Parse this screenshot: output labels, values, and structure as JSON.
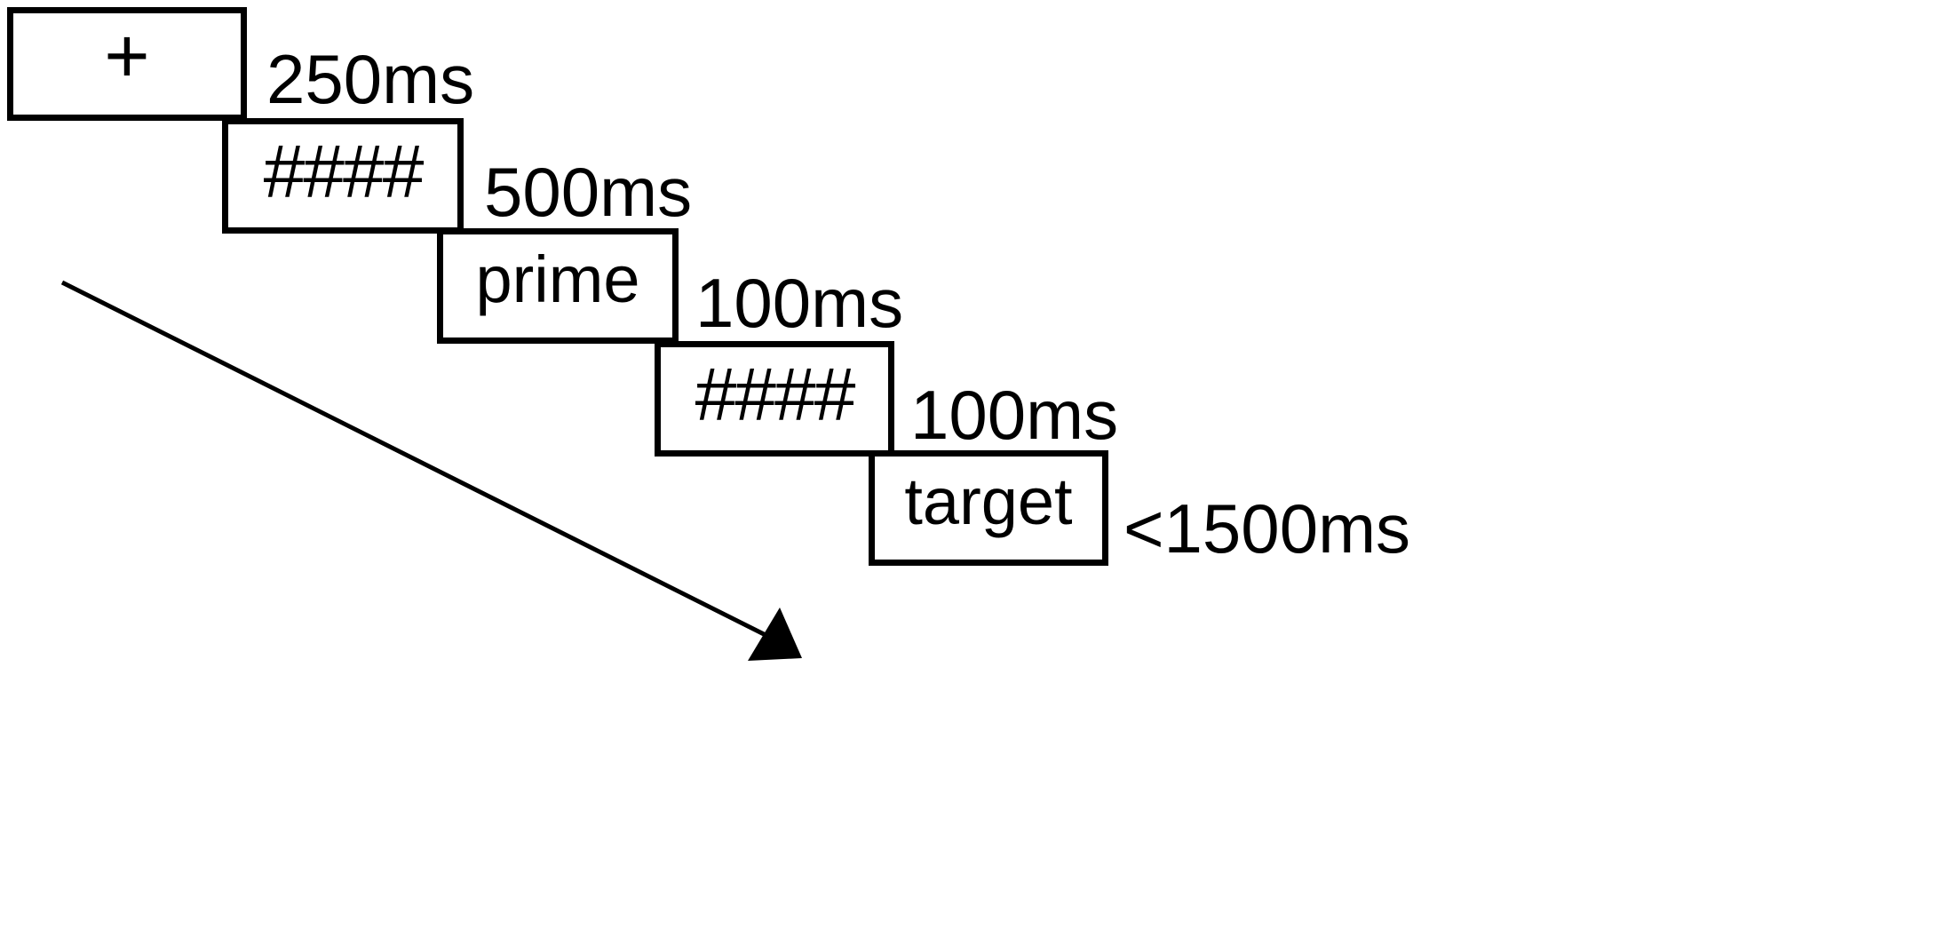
{
  "frames": [
    {
      "stimulus": "+",
      "duration": "250ms"
    },
    {
      "stimulus": "####",
      "duration": "500ms"
    },
    {
      "stimulus": "prime",
      "duration": "100ms"
    },
    {
      "stimulus": "####",
      "duration": "100ms"
    },
    {
      "stimulus": "target",
      "duration": "<1500ms"
    }
  ],
  "colors": {
    "line": "#000000",
    "background": "#ffffff"
  },
  "icons": {
    "time_arrow": "arrow-down-right-icon"
  }
}
